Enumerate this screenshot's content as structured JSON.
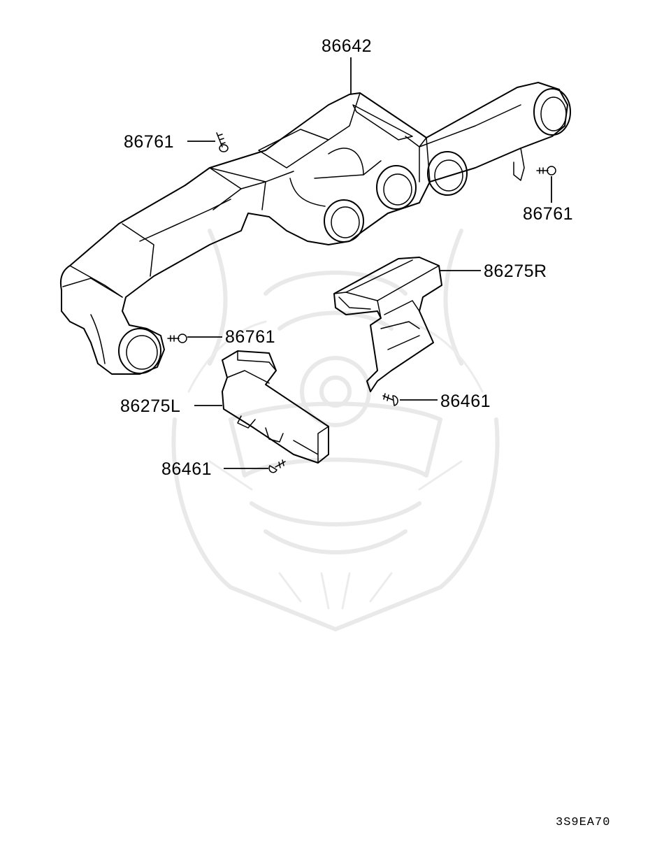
{
  "diagram": {
    "drawing_code": "3S9EA70",
    "callouts": {
      "duct_main": "86642",
      "screw_upper_left": "86761",
      "screw_upper_right": "86761",
      "screw_middle": "86761",
      "duct_right": "86275R",
      "duct_left": "86275L",
      "clip_right": "86461",
      "clip_left": "86461"
    }
  }
}
